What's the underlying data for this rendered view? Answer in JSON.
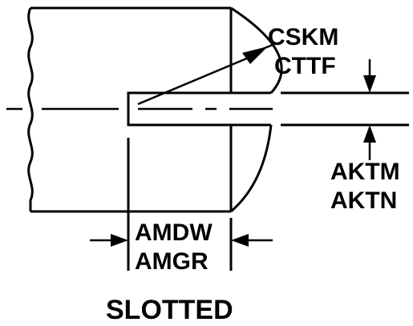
{
  "diagram": {
    "caption": "SLOTTED",
    "labels": {
      "countersink_primary": "CSKM",
      "countersink_secondary": "CTTF",
      "slot_width_primary": "AKTM",
      "slot_width_secondary": "AKTN",
      "slot_depth_primary": "AMDW",
      "slot_depth_secondary": "AMGR"
    },
    "colors": {
      "line": "#000000",
      "background": "#ffffff"
    }
  }
}
